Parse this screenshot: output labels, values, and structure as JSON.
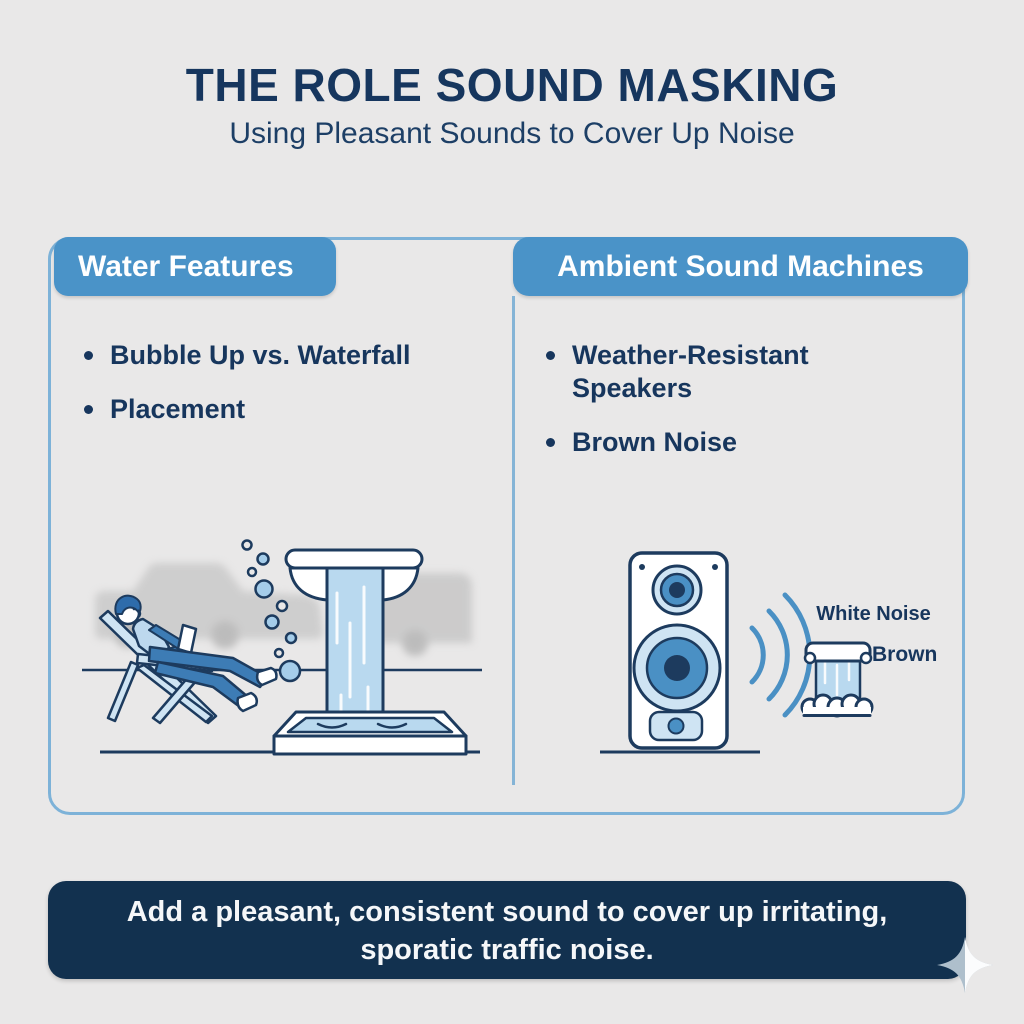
{
  "header": {
    "title": "THE ROLE SOUND MASKING",
    "subtitle": "Using Pleasant Sounds to Cover Up Noise"
  },
  "left_panel": {
    "title": "Water Features",
    "bullets": [
      "Bubble Up vs. Waterfall",
      "Placement"
    ]
  },
  "right_panel": {
    "title": "Ambient Sound Machines",
    "bullets": [
      "Weather-Resistant Speakers",
      "Brown Noise"
    ],
    "sound_labels": {
      "white_noise": "White Noise",
      "brown": "Brown"
    }
  },
  "footer": {
    "line1": "Add a pleasant, consistent sound to cover up irritating,",
    "line2": "sporatic traffic noise."
  },
  "icons": {
    "sparkle": "sparkle-icon",
    "sound_waves": "sound-waves-icon",
    "waterfall": "waterfall-icon",
    "speaker": "speaker-icon",
    "fountain": "fountain-icon",
    "bubbles": "bubbles-icon",
    "traffic_cars": "traffic-cars-icon",
    "lounging_person": "lounging-person-icon"
  },
  "colors": {
    "background": "#e9e8e8",
    "heading_navy": "#16365e",
    "bullet_navy": "#17365d",
    "panel_header_blue": "#4a93c8",
    "panel_border_blue": "#7db2d8",
    "divider_blue": "#85b4d6",
    "banner_navy": "#12314f",
    "outline_navy": "#1d3b5e",
    "light_blue_fill": "#cfe4f3",
    "water_blue": "#b9d9ef",
    "medium_blue": "#4287bd",
    "bubble_blue": "#a5cdea",
    "faded_car_gray": "#c8c8c8"
  }
}
